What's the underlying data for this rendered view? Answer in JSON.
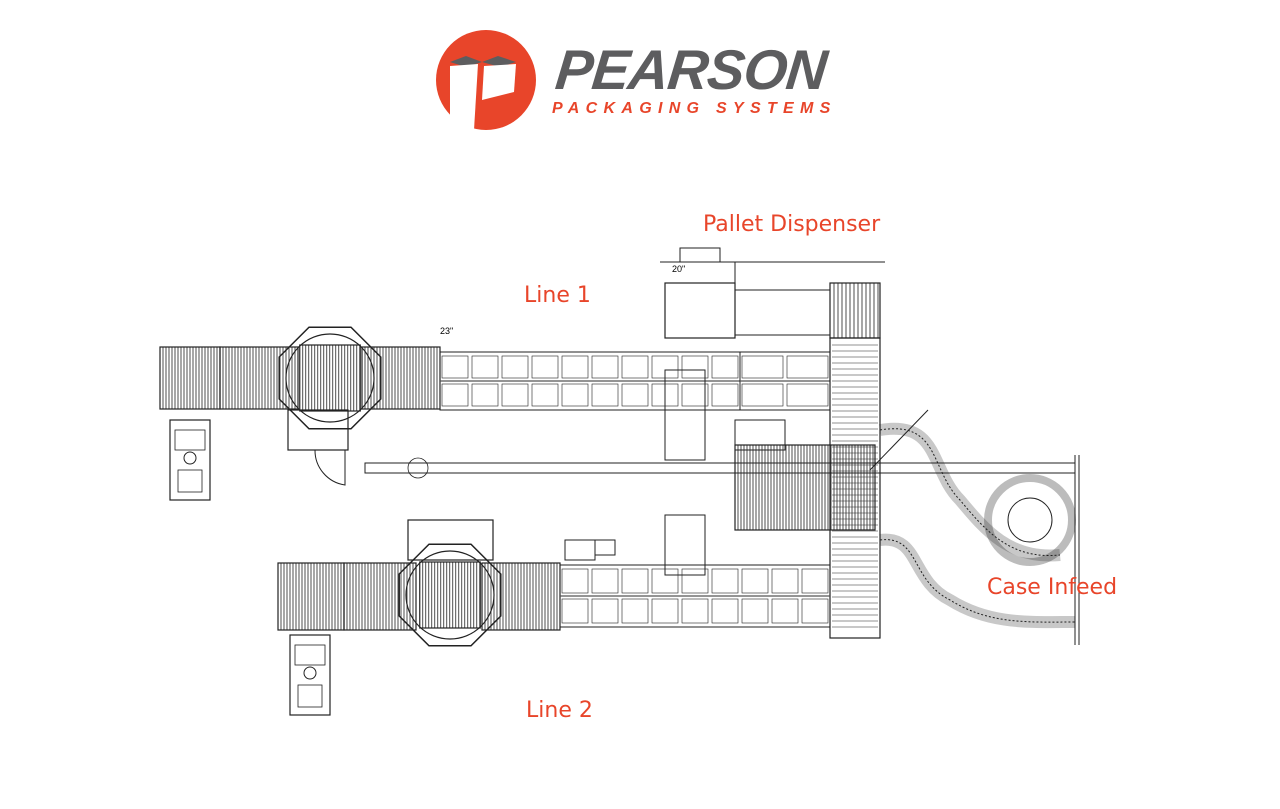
{
  "logo": {
    "name": "PEARSON",
    "tagline": "PACKAGING SYSTEMS",
    "brand_color": "#e8452a",
    "text_color": "#5d5d5f"
  },
  "labels": {
    "pallet_dispenser": "Pallet Dispenser",
    "line1": "Line 1",
    "line2": "Line 2",
    "case_infeed": "Case Infeed"
  },
  "dimensions": {
    "d1": "23\"",
    "d2": "20\""
  },
  "colors": {
    "label": "#e8452a",
    "drawing": "#222222"
  }
}
